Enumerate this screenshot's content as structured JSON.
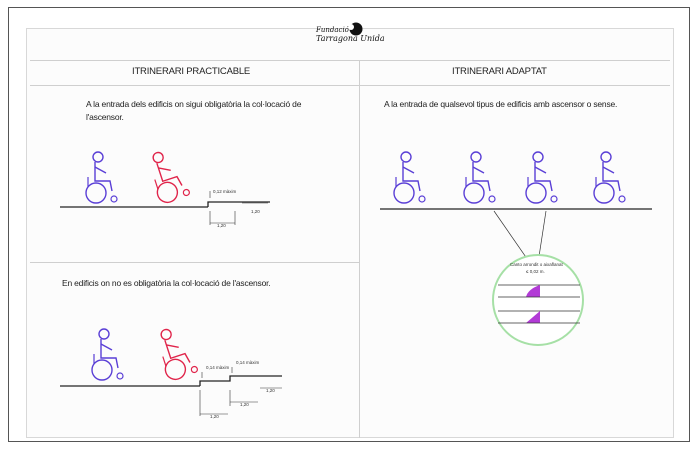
{
  "logo": {
    "line1": "Fundació",
    "line2": "Tarragona Unida"
  },
  "left_column": {
    "title": "ITRINERARI PRACTICABLE",
    "top_caption": "A la entrada dels edificis on sigui obligatòria la col·locació de l'ascensor.",
    "bottom_caption": "En edificis on no es obligatòria la col·locació de l'ascensor."
  },
  "right_column": {
    "title": "ITRINERARI ADAPTAT",
    "caption": "A la entrada de qualsevol tipus de edificis amb ascensor  o sense.",
    "detail_label": "Canto arrondit o aixaflanat",
    "detail_value": "≤ 0,02 m."
  },
  "dimensions": {
    "top_step": "0,12 màxim",
    "top_run": "1,20",
    "top_landing": "1,20",
    "bottom_step1": "0,14 màxim",
    "bottom_step2": "0,14 màxim",
    "bottom_run1": "1,20",
    "bottom_run2": "1,20",
    "bottom_landing": "1,20"
  },
  "colors": {
    "wheelchair_user": "#5a3fd6",
    "wheelchair_fall": "#e0244a",
    "detail_circle": "#a6e0a6",
    "detail_fill": "#b23bd6"
  }
}
